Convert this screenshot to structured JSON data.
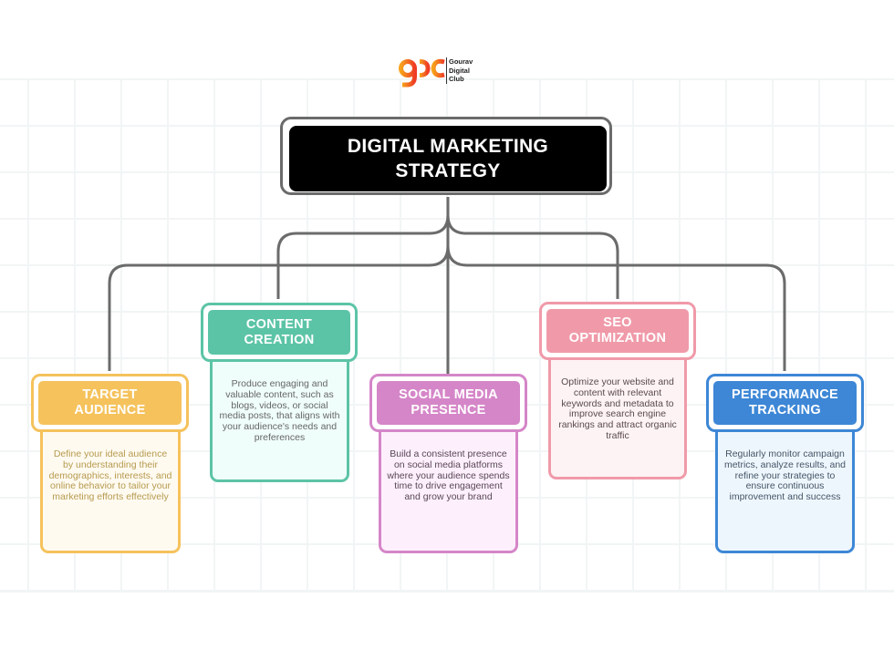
{
  "logo": {
    "mark": "gdc-logo-mark",
    "lines": [
      "Gourav",
      "Digital",
      "Club"
    ],
    "colors": {
      "start": "#f7a21b",
      "end": "#ef3b24"
    }
  },
  "title": {
    "line1": "DIGITAL MARKETING",
    "line2": "STRATEGY"
  },
  "colors": {
    "connector": "#6b6b6b",
    "grid": "#f2f5f5"
  },
  "cards": [
    {
      "id": "target-audience",
      "title_line1": "TARGET",
      "title_line2": "AUDIENCE",
      "description": "Define your ideal audience by understanding their demographics, interests, and online behavior to tailor your marketing efforts effectively",
      "accent": "#f5c25c",
      "body_bg": "#fffaf0",
      "text_color": "#b59a4e"
    },
    {
      "id": "content-creation",
      "title_line1": "CONTENT",
      "title_line2": "CREATION",
      "description": "Produce engaging and valuable content, such as blogs, videos, or social media posts, that aligns with your audience's needs and preferences",
      "accent": "#5cc4a6",
      "body_bg": "#effdfb",
      "text_color": "#666666"
    },
    {
      "id": "social-media-presence",
      "title_line1": "SOCIAL MEDIA",
      "title_line2": "PRESENCE",
      "description": "Build a consistent presence on social media platforms where your audience spends time to drive engagement and grow your brand",
      "accent": "#d586c8",
      "body_bg": "#fdf0fc",
      "text_color": "#5a4658"
    },
    {
      "id": "seo-optimization",
      "title_line1": "SEO",
      "title_line2": "OPTIMIZATION",
      "description": "Optimize your website and content with relevant keywords and metadata to improve search engine rankings and attract organic traffic",
      "accent": "#f09aa9",
      "body_bg": "#fdf3f5",
      "text_color": "#5a4a4d"
    },
    {
      "id": "performance-tracking",
      "title_line1": "PERFORMANCE",
      "title_line2": "TRACKING",
      "description": "Regularly monitor campaign metrics, analyze results, and refine your strategies to ensure continuous improvement and success",
      "accent": "#3d87d6",
      "body_bg": "#eef6fd",
      "text_color": "#445566"
    }
  ]
}
